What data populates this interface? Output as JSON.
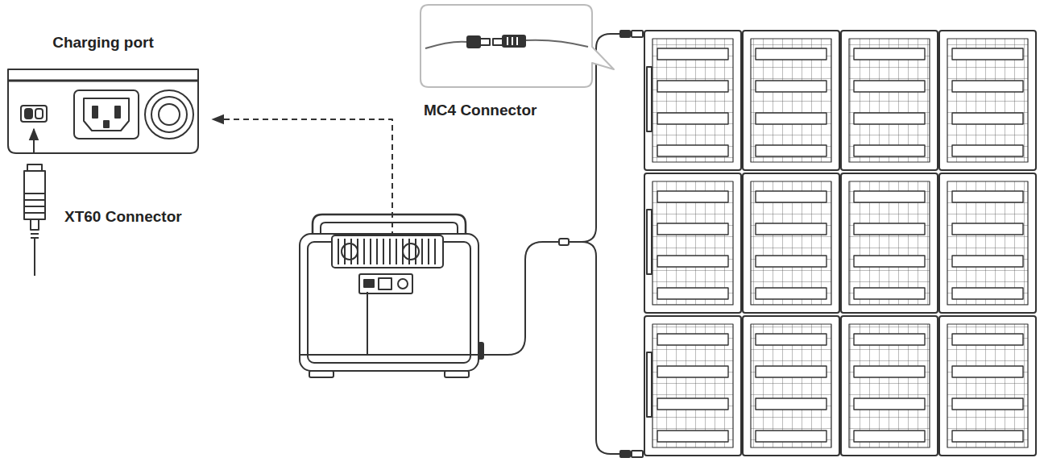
{
  "diagram": {
    "nodes": [
      {
        "text": [
          "Charging port"
        ]
      },
      {
        "text": [
          "MC4 Connector"
        ]
      }
    ],
    "labels": [
      "XT60 Connector"
    ]
  }
}
